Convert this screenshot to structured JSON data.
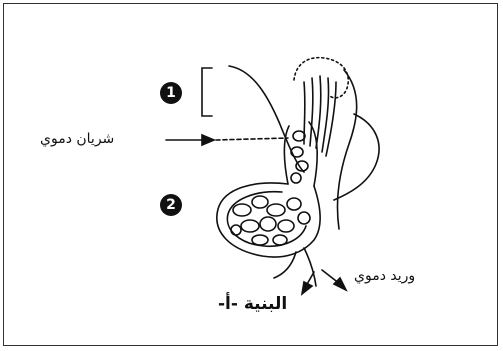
{
  "labels": {
    "marker_1": "1",
    "marker_2": "2",
    "artery": "شريان دموي",
    "vein": "وريد دموي",
    "caption": "البنية -أ-"
  }
}
